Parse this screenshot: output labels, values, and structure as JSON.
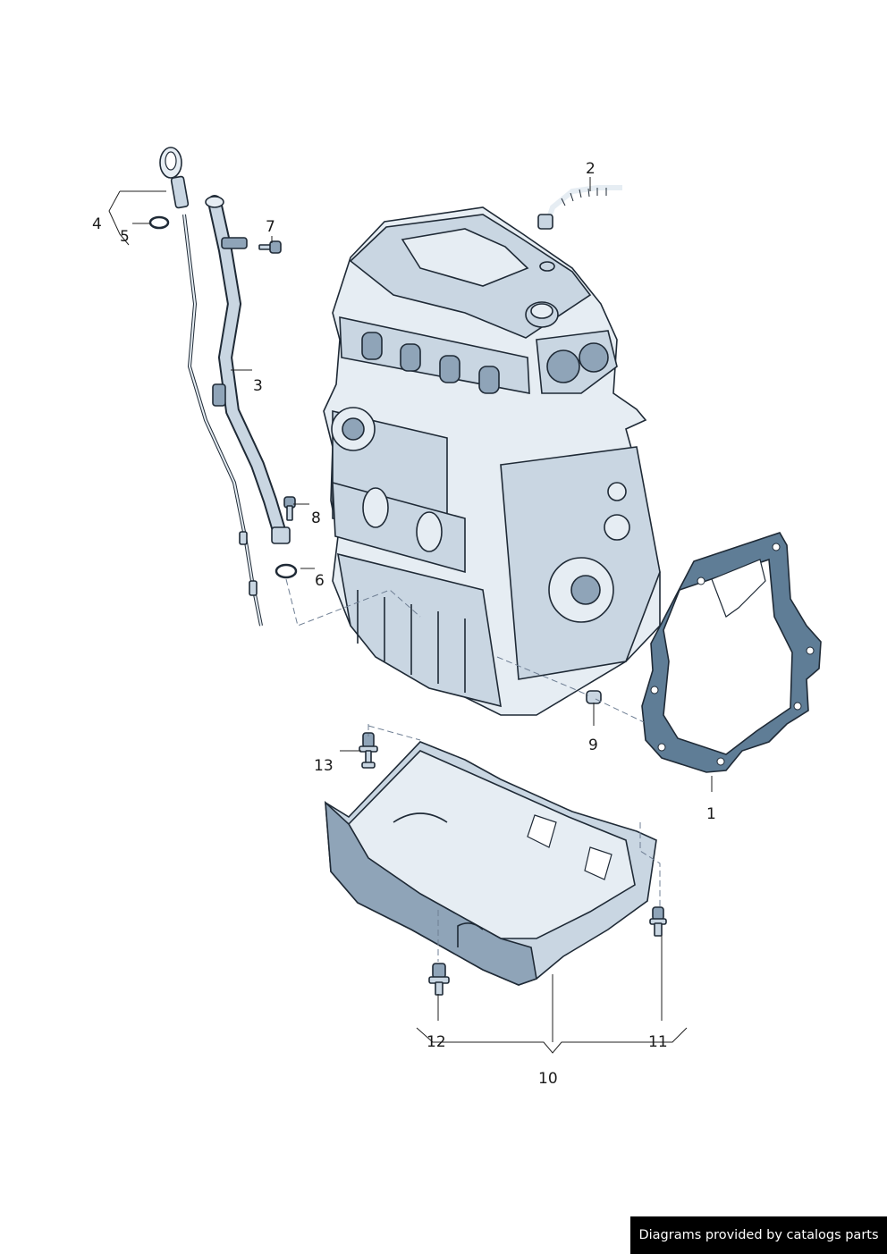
{
  "callouts": {
    "c1": "1",
    "c2": "2",
    "c3": "3",
    "c4": "4",
    "c5": "5",
    "c6": "6",
    "c7": "7",
    "c8": "8",
    "c9": "9",
    "c10": "10",
    "c11": "11",
    "c12": "12",
    "c13": "13"
  },
  "footer": {
    "text": "Diagrams provided by catalogs parts"
  },
  "colors": {
    "part_light": "#e6edf3",
    "part_mid": "#c9d6e2",
    "part_dark": "#8fa4b8",
    "gasket": "#5f7d96",
    "footer_bg": "#000000"
  }
}
